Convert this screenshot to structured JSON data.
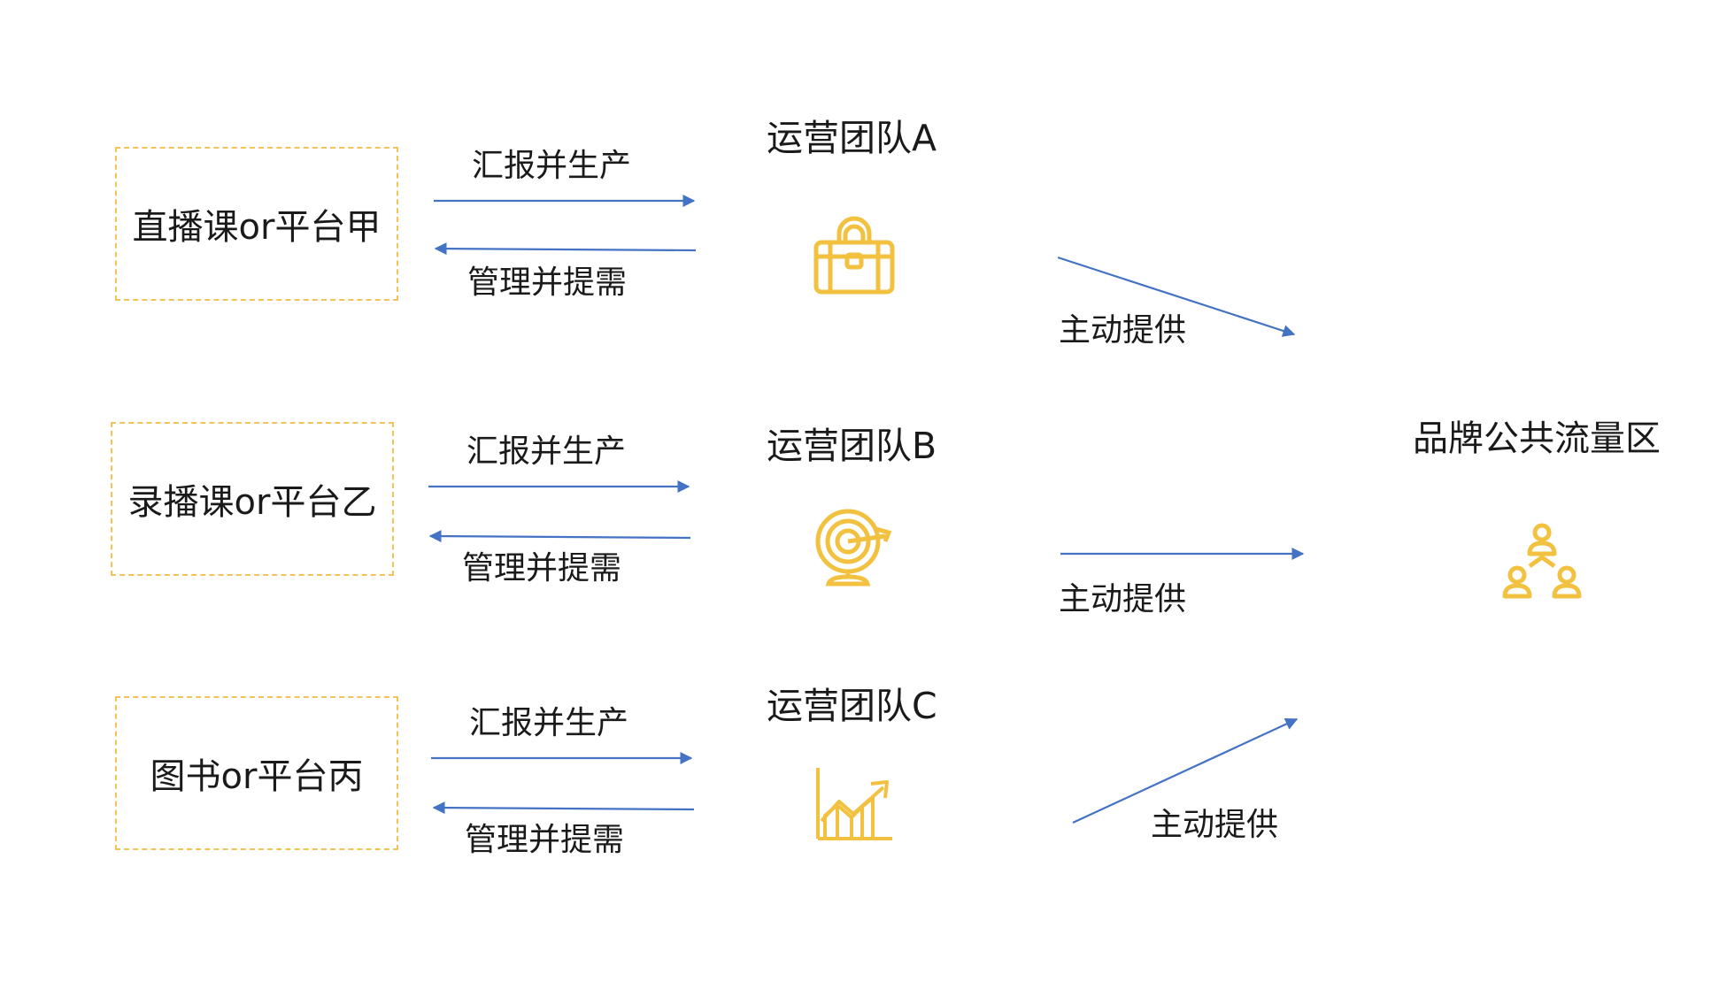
{
  "sources": [
    {
      "label": "直播课or平台甲"
    },
    {
      "label": "录播课or平台乙"
    },
    {
      "label": "图书or平台丙"
    }
  ],
  "flows": {
    "report": "汇报并生产",
    "manage": "管理并提需",
    "provide": "主动提供"
  },
  "teams": [
    {
      "label": "运营团队A",
      "icon": "briefcase-icon"
    },
    {
      "label": "运营团队B",
      "icon": "target-icon"
    },
    {
      "label": "运营团队C",
      "icon": "growth-chart-icon"
    }
  ],
  "destination": {
    "label": "品牌公共流量区",
    "icon": "people-network-icon"
  },
  "colors": {
    "arrow": "#4472c4",
    "accent": "#f3c35a",
    "icon": "#f2c140"
  }
}
